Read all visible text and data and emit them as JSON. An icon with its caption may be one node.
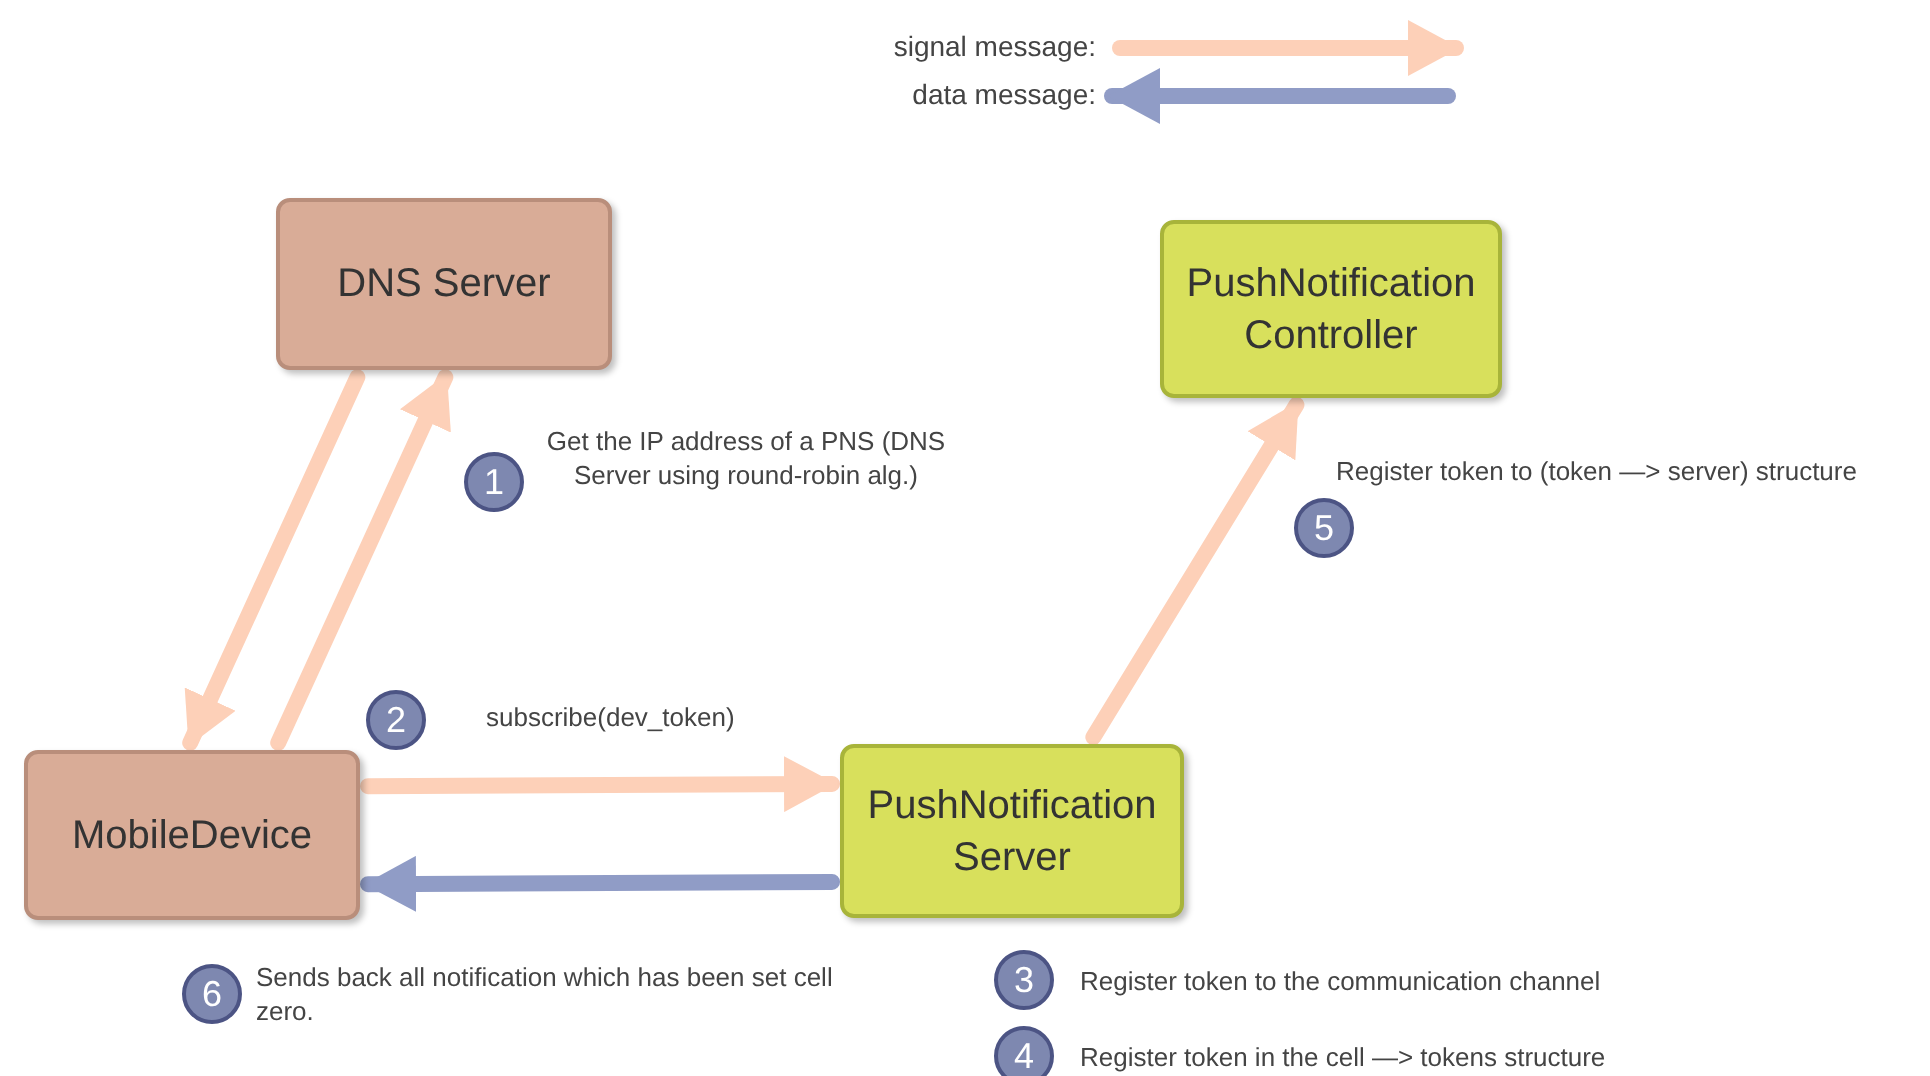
{
  "diagram": {
    "nodes": [
      {
        "text": [
          "DNS Server"
        ]
      },
      {
        "text": [
          "PushNotification Controller"
        ]
      },
      {
        "text": [
          "MobileDevice"
        ]
      },
      {
        "text": [
          "PushNotification Server"
        ]
      }
    ],
    "edges": [
      {
        "from": 2,
        "to": 0,
        "arrow": "to"
      },
      {
        "from": 0,
        "to": 2,
        "arrow": "to"
      },
      {
        "from": 2,
        "to": 3,
        "arrow": "to",
        "label": "subscribe(dev_token)"
      },
      {
        "from": 3,
        "to": 2,
        "arrow": "to",
        "color": "#909cc6"
      },
      {
        "from": 3,
        "to": 1,
        "arrow": "to"
      }
    ],
    "labels": [
      "1",
      "Get the IP address of a PNS (DNS Server using round-robin alg.)",
      "2",
      "5",
      "Register token to (token —> server) structure",
      "6",
      "Sends back all notification which has been set cell zero.",
      "3",
      "Register token to the communication channel",
      "4",
      "Register token in the cell —> tokens structure"
    ],
    "legend": [
      {
        "text": "signal message:"
      },
      {
        "text": "data message:"
      }
    ]
  }
}
